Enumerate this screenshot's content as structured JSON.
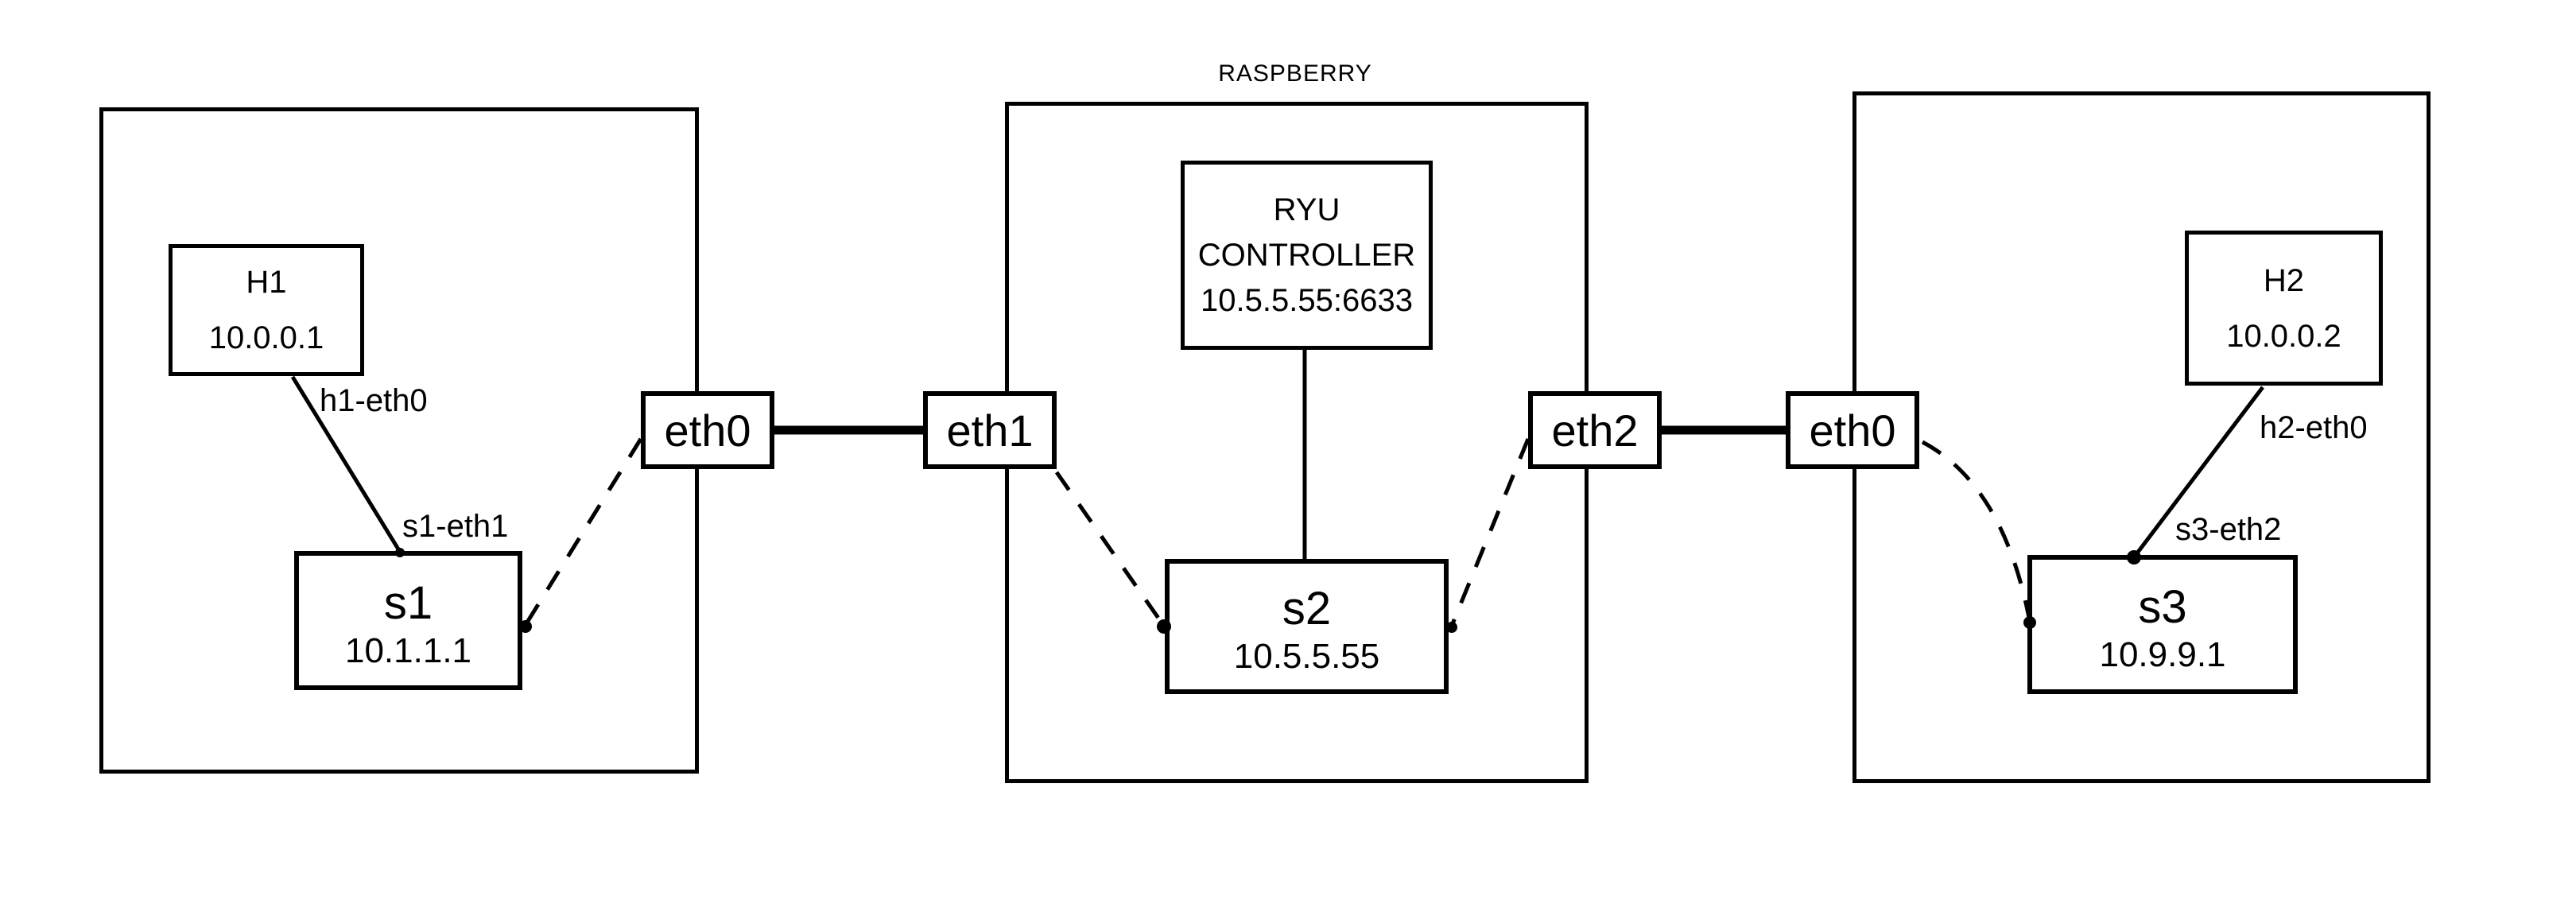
{
  "diagram_title": "RASPBERRY",
  "colors": {
    "ink": "#000000",
    "paper": "#ffffff"
  },
  "nodes": {
    "h1": {
      "name": "H1",
      "ip": "10.0.0.1"
    },
    "s1": {
      "name": "s1",
      "ip": "10.1.1.1"
    },
    "ryu": {
      "line1": "RYU",
      "line2": "CONTROLLER",
      "line3": "10.5.5.55:6633"
    },
    "s2": {
      "name": "s2",
      "ip": "10.5.5.55"
    },
    "h2": {
      "name": "H2",
      "ip": "10.0.0.2"
    },
    "s3": {
      "name": "s3",
      "ip": "10.9.9.1"
    }
  },
  "interfaces": {
    "left_eth0": "eth0",
    "raspberry_eth1": "eth1",
    "raspberry_eth2": "eth2",
    "right_eth0": "eth0"
  },
  "port_labels": {
    "h1_eth0": "h1-eth0",
    "s1_eth1": "s1-eth1",
    "h2_eth0": "h2-eth0",
    "s3_eth2": "s3-eth2"
  }
}
